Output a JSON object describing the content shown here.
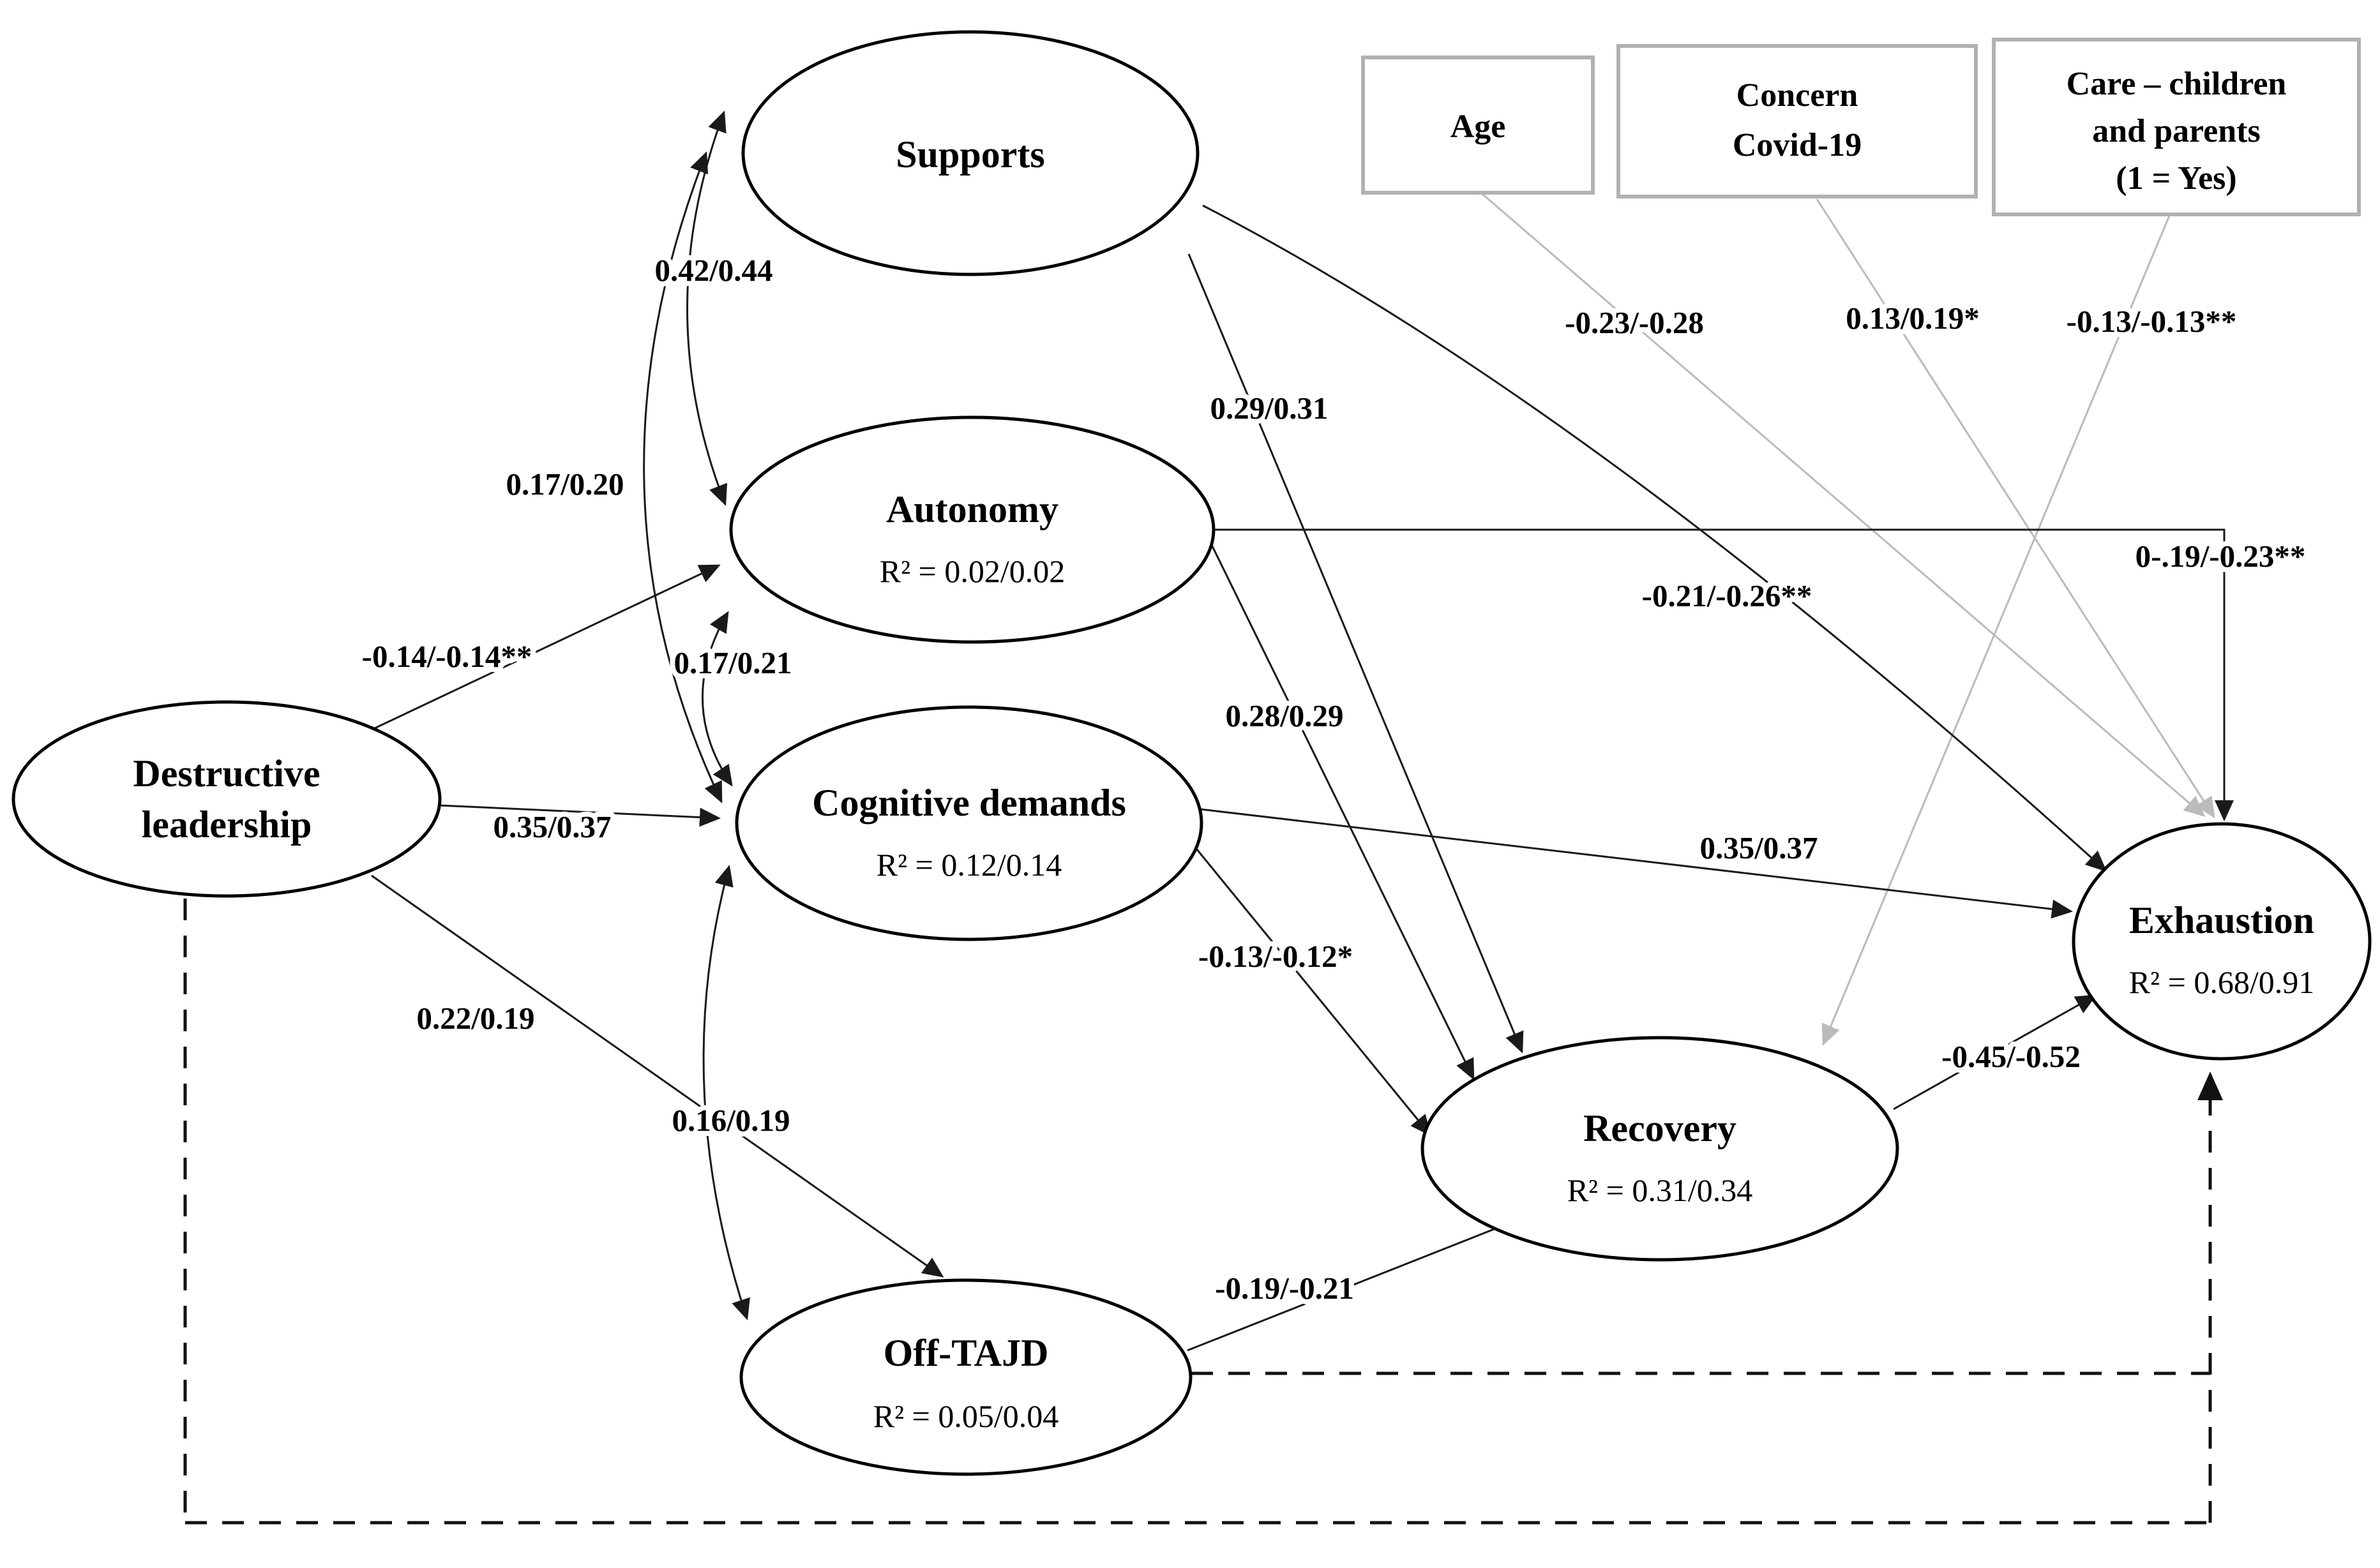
{
  "diagram": {
    "colors": {
      "background": "#ffffff",
      "node_stroke": "#000000",
      "box_border": "#b3b0b0",
      "gray_path": "#bcbaba",
      "black_path": "#1a1a1a"
    },
    "nodes": {
      "supports": {
        "label": "Supports"
      },
      "autonomy": {
        "label": "Autonomy",
        "r2": "R² = 0.02/0.02"
      },
      "cognitive_demands": {
        "label": "Cognitive demands",
        "r2": "R² = 0.12/0.14"
      },
      "off_tajd": {
        "label": "Off-TAJD",
        "r2": "R² = 0.05/0.04"
      },
      "destructive_leadership": {
        "lines": [
          "Destructive",
          "leadership"
        ]
      },
      "recovery": {
        "label": "Recovery",
        "r2": "R² = 0.31/0.34"
      },
      "exhaustion": {
        "label": "Exhaustion",
        "r2": "R² = 0.68/0.91"
      },
      "age": {
        "label": "Age"
      },
      "concern_covid": {
        "lines": [
          "Concern",
          "Covid-19"
        ]
      },
      "care": {
        "lines": [
          "Care – children",
          "and parents",
          "(1 = Yes)"
        ]
      }
    },
    "edge_labels": {
      "supports_autonomy": "0.42/0.44",
      "supports_cognitive": "0.17/0.20",
      "autonomy_cognitive": "0.17/0.21",
      "cognitive_offtajd": "0.16/0.19",
      "dl_autonomy": "-0.14/-0.14**",
      "dl_cognitive": "0.35/0.37",
      "dl_offtajd": "0.22/0.19",
      "supports_recovery": "0.29/0.31",
      "autonomy_recovery": "0.28/0.29",
      "cognitive_recovery": "-0.13/-0.12*",
      "offtajd_recovery": "-0.19/-0.21",
      "supports_exhaustion": "-0.21/-0.26**",
      "autonomy_exhaustion": "0-.19/-0.23**",
      "cognitive_exhaustion": "0.35/0.37",
      "recovery_exhaustion": "-0.45/-0.52",
      "age_exhaustion": "-0.23/-0.28",
      "concern_exhaustion": "0.13/0.19*",
      "care_recovery": "-0.13/-0.13**"
    }
  }
}
